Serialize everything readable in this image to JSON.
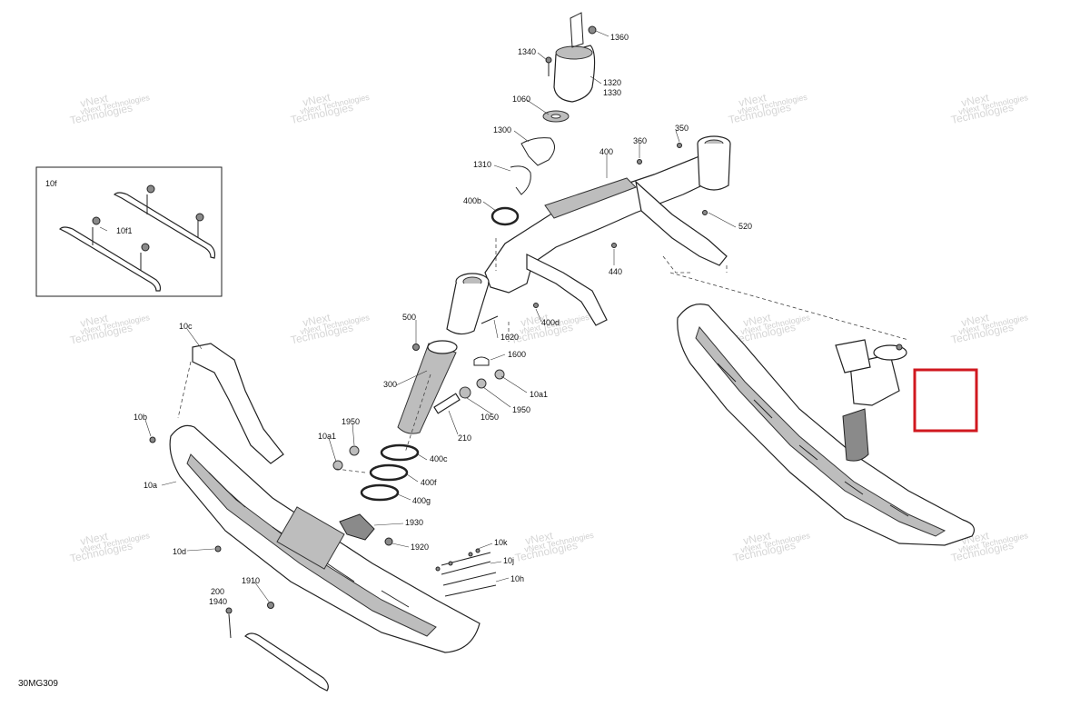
{
  "diagram": {
    "reference_code": "30MG309",
    "inset_label": "10f",
    "watermark_line1": "vNext",
    "watermark_line2": "Technologies",
    "watermark_small": "vNext Technologies",
    "highlight_color": "#d0181f"
  },
  "callouts": {
    "c1360": "1360",
    "c1340": "1340",
    "c1320": "1320",
    "c1330": "1330",
    "c1060": "1060",
    "c1300": "1300",
    "c1310": "1310",
    "c400b": "400b",
    "c400": "400",
    "c360": "360",
    "c350": "350",
    "c520": "520",
    "c440": "440",
    "c500": "500",
    "c400d": "400d",
    "c1620": "1620",
    "c1600": "1600",
    "c10c": "10c",
    "c300": "300",
    "c10a1_right": "10a1",
    "c1050": "1050",
    "c1950_right": "1950",
    "c210": "210",
    "c10b": "10b",
    "c1950_left": "1950",
    "c10a1_left": "10a1",
    "c400c": "400c",
    "c400f": "400f",
    "c400g": "400g",
    "c10a": "10a",
    "c1930": "1930",
    "c1920": "1920",
    "c10d": "10d",
    "c10k": "10k",
    "c10j": "10j",
    "c10h": "10h",
    "c1910": "1910",
    "c200": "200",
    "c1940": "1940",
    "c10f1": "10f1"
  }
}
